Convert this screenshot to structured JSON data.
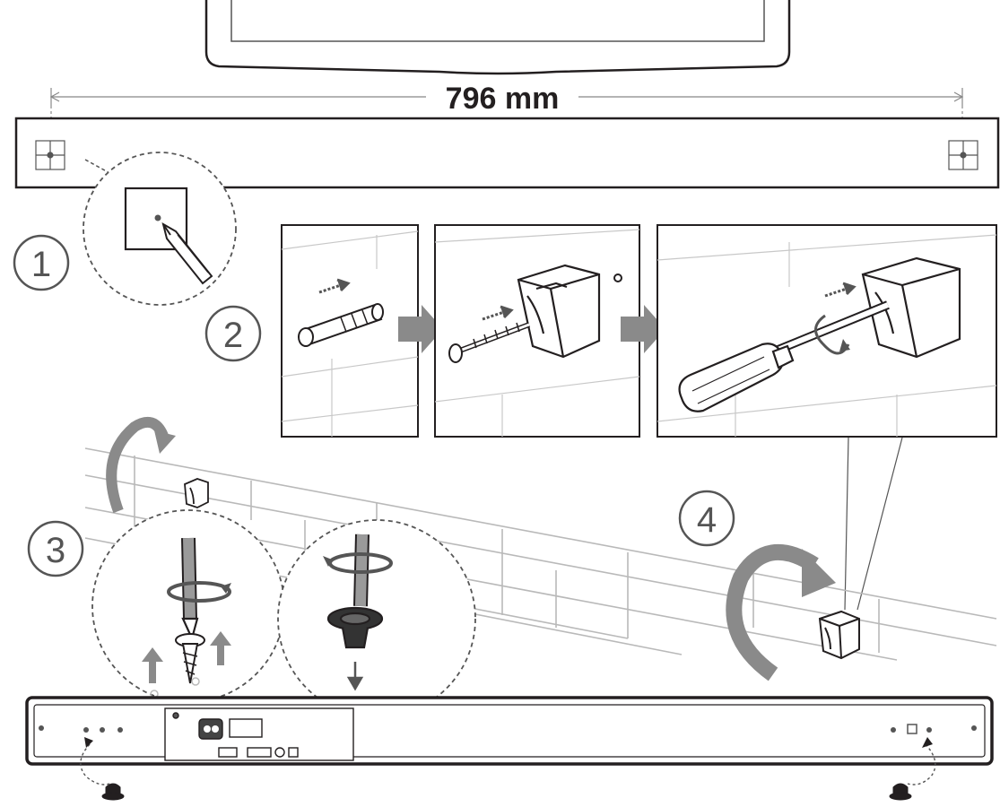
{
  "dimension": {
    "label": "796 mm"
  },
  "steps": [
    {
      "number": "1"
    },
    {
      "number": "2"
    },
    {
      "number": "3"
    },
    {
      "number": "4"
    }
  ],
  "colors": {
    "line": "#231f20",
    "arrow_gray": "#8a8a8a",
    "wall_line": "#b9b9b9",
    "white": "#ffffff"
  },
  "icons": [
    "pencil-icon",
    "wall-plug-icon",
    "screw-icon",
    "bracket-icon",
    "screwdriver-icon",
    "rotate-arrow-icon",
    "foot-icon"
  ]
}
